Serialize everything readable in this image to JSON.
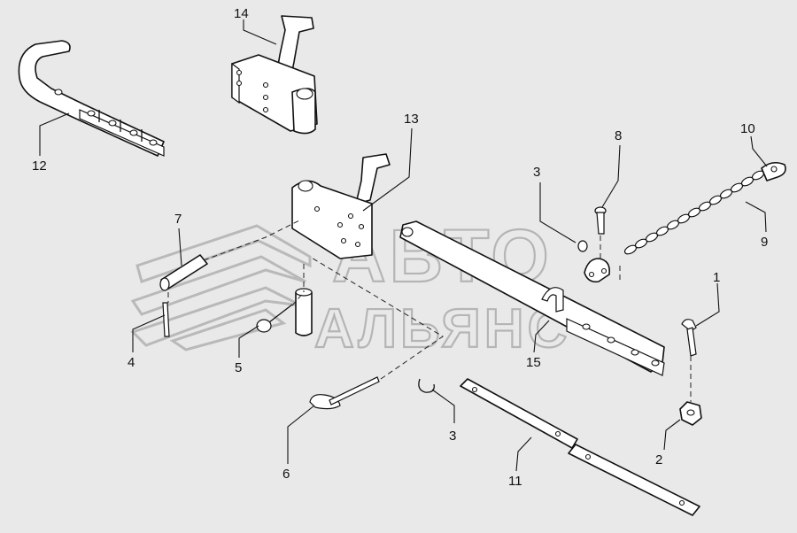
{
  "watermark": {
    "line1": "АВТО",
    "line2": "АЛЬЯНС"
  },
  "callouts": [
    {
      "id": "c1",
      "label": "1"
    },
    {
      "id": "c2",
      "label": "2"
    },
    {
      "id": "c3a",
      "label": "3"
    },
    {
      "id": "c3b",
      "label": "3"
    },
    {
      "id": "c4",
      "label": "4"
    },
    {
      "id": "c5",
      "label": "5"
    },
    {
      "id": "c6",
      "label": "6"
    },
    {
      "id": "c7",
      "label": "7"
    },
    {
      "id": "c8",
      "label": "8"
    },
    {
      "id": "c9",
      "label": "9"
    },
    {
      "id": "c10",
      "label": "10"
    },
    {
      "id": "c11",
      "label": "11"
    },
    {
      "id": "c12",
      "label": "12"
    },
    {
      "id": "c13",
      "label": "13"
    },
    {
      "id": "c14",
      "label": "14"
    },
    {
      "id": "c15",
      "label": "15"
    }
  ]
}
